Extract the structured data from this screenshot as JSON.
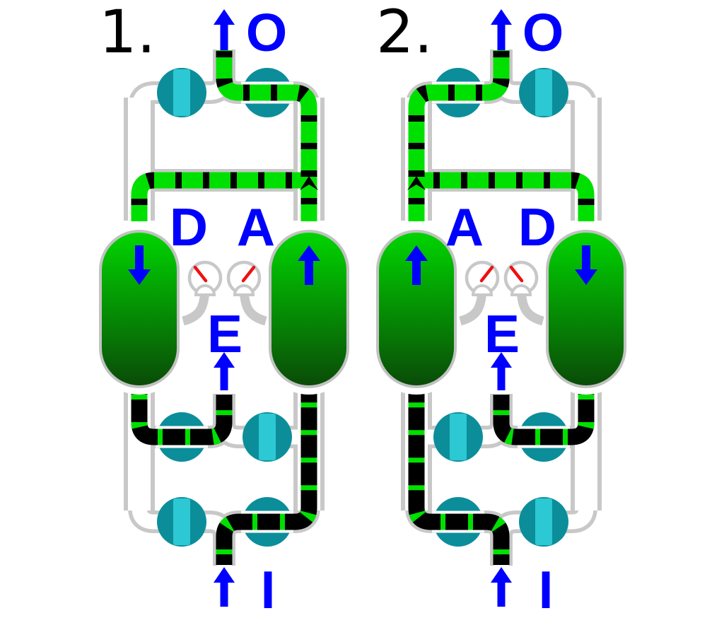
{
  "diagram": {
    "type": "pressure-swing-adsorption-two-bed-cycle",
    "states": [
      {
        "number": "1.",
        "output_label": "O",
        "exhaust_label": "E",
        "input_label": "I",
        "left_vessel_label": "D",
        "right_vessel_label": "A",
        "left_vessel_flow": "down",
        "right_vessel_flow": "up",
        "left_gauge": "low",
        "right_gauge": "high",
        "valves": {
          "top_left": "closed",
          "top_right": "open",
          "middle_left": "open",
          "middle_right": "closed",
          "bottom_left": "closed",
          "bottom_right": "open"
        }
      },
      {
        "number": "2.",
        "output_label": "O",
        "exhaust_label": "E",
        "input_label": "I",
        "left_vessel_label": "A",
        "right_vessel_label": "D",
        "left_vessel_flow": "up",
        "right_vessel_flow": "down",
        "left_gauge": "high",
        "right_gauge": "low",
        "valves": {
          "top_left": "open",
          "top_right": "closed",
          "middle_left": "closed",
          "middle_right": "open",
          "bottom_left": "open",
          "bottom_right": "closed"
        }
      }
    ],
    "colors": {
      "label_blue": "#0000ff",
      "number_black": "#000000",
      "flow_product_green": "#00e000",
      "flow_feed_black": "#000000",
      "pipe_gray": "#c8c8c8",
      "valve_teal": "#0b8e9a",
      "valve_gate_cyan": "#2cc8d4",
      "gauge_needle_red": "#ee1111",
      "vessel_green_top": "#00d600",
      "vessel_green_bottom": "#0a4a08",
      "white": "#ffffff"
    }
  }
}
